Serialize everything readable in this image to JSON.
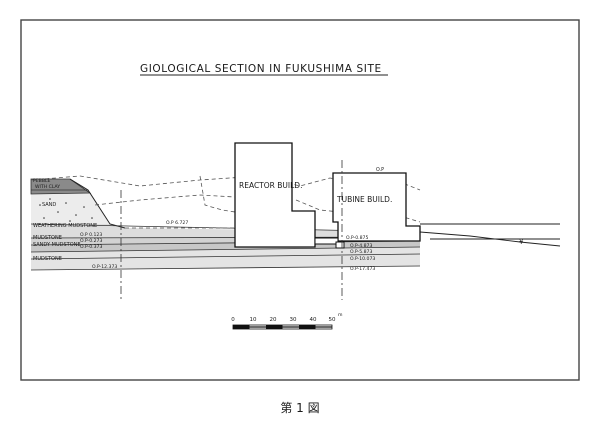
{
  "title": "GIOLOGICAL SECTION IN FUKUSHIMA SITE",
  "caption": "第 1 図",
  "buildings": {
    "reactor": "REACTOR BUILD.",
    "turbine": "TUBINE BUILD."
  },
  "strata": {
    "pebble_line1": "PEBBLE",
    "pebble_line2": "WITH CLAY",
    "sand": "SAND",
    "weathering_mudstone": "WEATHERING MUDSTONE",
    "mudstone": "MUDSTONE",
    "sandy_mudstone": "SANDY MUDSTONE",
    "mudstone_lower": "MUDSTONE"
  },
  "levels_left": {
    "op_6727": "O.P 6.727",
    "op_0123": "O.P 0.123",
    "op_0273": "O.P-0.273",
    "op_0373": "O.P-0.373",
    "op_12373": "O.P-12.373"
  },
  "levels_right": {
    "op_top": "O.P",
    "op_0875": "O.P-0.875",
    "op_4873": "O.P-4.873",
    "op_5873": "O.P-5.873",
    "op_10073": "O.P-10.073",
    "op_17473": "O.P-17.473"
  },
  "sea_symbol": "¥",
  "scale": {
    "ticks": [
      "0",
      "10",
      "20",
      "30",
      "40",
      "50"
    ],
    "unit": "m"
  }
}
